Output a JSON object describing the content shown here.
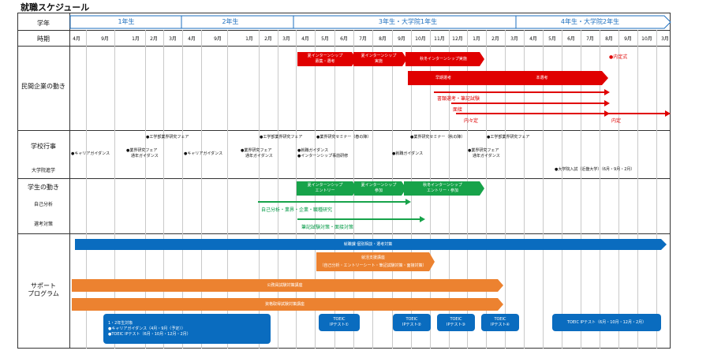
{
  "title": "就職スケジュール",
  "rows": {
    "year": "学年",
    "period": "時期",
    "company": "民間企業の動き",
    "school": "学校行事",
    "grad_school": "大学院進学",
    "student": "学生の動き",
    "self_analysis": "自己分析",
    "exam_prep": "選考対策",
    "support": "サポート\nプログラム"
  },
  "years": [
    "1年生",
    "2年生",
    "3年生・大学院1年生",
    "4年生・大学院2年生"
  ],
  "months": [
    "4月",
    "9月",
    "1月",
    "2月",
    "3月",
    "4月",
    "9月",
    "1月",
    "2月",
    "3月",
    "4月",
    "5月",
    "6月",
    "7月",
    "8月",
    "9月",
    "10月",
    "11月",
    "12月",
    "1月",
    "2月",
    "3月",
    "4月",
    "5月",
    "6月",
    "7月",
    "8月",
    "9月",
    "10月",
    "3月"
  ],
  "company": {
    "intern_summer_apply": "夏インターンシップ\n募集・選考",
    "intern_summer": "夏インターンシップ\n実施",
    "intern_autumn": "秋冬インターンシップ実施",
    "early_selection": "早期選考",
    "main_selection": "本選考",
    "docs_exam": "書類選考・筆記試験",
    "interview": "面接",
    "naiteishiki": "●内定式",
    "tentative_offer": "内々定",
    "offer": "内定"
  },
  "school": {
    "ev1": "●工学部業界研究フェア",
    "ev2": "●工学部業界研究フェア",
    "ev3": "●業界研究セミナー（春の陣）",
    "ev4": "●業界研究セミナー（秋の陣）",
    "ev5": "●工学部業界研究フェア",
    "career_guide_1": "●キャリアガイダンス",
    "fair_1a": "●業界研究フェア",
    "fair_1b": "通年ガイダンス",
    "career_guide_2": "●キャリアガイダンス",
    "fair_2a": "●業界研究フェア",
    "fair_2b": "通年ガイダンス",
    "job_guide_a": "●就職ガイダンス",
    "job_guide_b": "●インターンシップ事前研修",
    "job_guide_2": "●就職ガイダンス",
    "fair_3a": "●業界研究フェア",
    "fair_3b": "通年ガイダンス",
    "grad_exam": "●大学院入試（近畿大学）（6月・9月・2月）"
  },
  "student": {
    "entry_summer": "夏インターンシップ\nエントリー",
    "join_summer": "夏インターンシップ\n参加",
    "entry_autumn": "秋冬インターンシップ\nエントリー・参加",
    "self_research": "自己分析・業界・企業・職種研究",
    "exam_interview": "筆記試験対策・面接対策"
  },
  "support": {
    "job_consult": "就職課  個別相談・選考対策",
    "job_course_title": "就活支援講座",
    "job_course_sub": "（自己分析・エントリーシート・筆記試験対策・面接対策）",
    "civil_service": "公務員試験対策講座",
    "qualification": "資格取得試験対策講座",
    "y12_title": "1・2年生対象",
    "y12_a": "●キャリアガイダンス（4月・9月〈予定〉）",
    "y12_b": "●TOEIC IPテスト（6月・10月・12月・2月）",
    "toeic1": "TOEIC\nIPテスト①",
    "toeic2": "TOEIC\nIPテスト②",
    "toeic3": "TOEIC\nIPテスト③",
    "toeic4": "TOEIC\nIPテスト④",
    "toeic5": "TOEIC IPテスト（6月・10月・12月・2月）"
  },
  "colors": {
    "red": "#e00000",
    "green": "#009944",
    "blue": "#0a6cbf",
    "orange": "#ec8230",
    "arrow_blue": "#1e6fbf"
  }
}
